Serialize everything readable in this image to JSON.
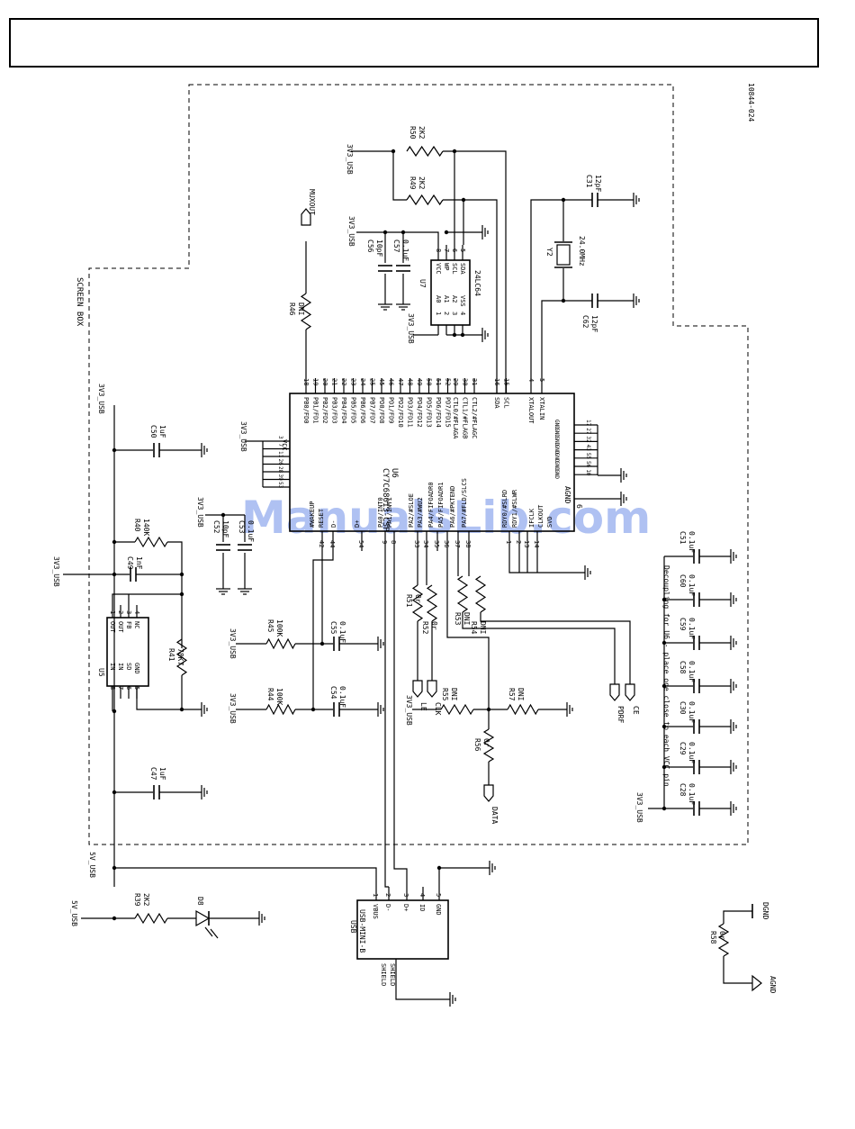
{
  "doc_id": "10844-024",
  "screen_box_label": "SCREEN BOX",
  "watermark": "ManualsLib.com",
  "nets": {
    "v33": "3V3_USB",
    "v5": "5V_USB",
    "muxout": "MUXOUT",
    "le": "LE",
    "clk": "CLK",
    "data": "DATA",
    "pdrf": "PDRF",
    "ce": "CE",
    "dgnd": "DGND",
    "agnd": "AGND"
  },
  "note": "Decoupling for U6 - place one close to each VCC pin",
  "u6": {
    "ref": "U6",
    "part": "CY7C68013-CSP",
    "top_pins": [
      "PB0/FD0",
      "PB1/FD1",
      "PB2/FD2",
      "PB3/FD3",
      "PB4/FD4",
      "PB5/FD5",
      "PB6/FD6",
      "PB7/FD7",
      "PD0/FD8",
      "PD1/FD9",
      "PD2/FD10",
      "PD3/FD11",
      "PD4/FD12",
      "PD5/FD13",
      "PD6/FD14",
      "PD7/FD15"
    ],
    "top_nums": [
      "18",
      "19",
      "20",
      "21",
      "22",
      "23",
      "24",
      "25",
      "45",
      "46",
      "47",
      "48",
      "49",
      "50",
      "51",
      "52"
    ],
    "ctl_pins": [
      "CTL0/#FLAGA",
      "CTL1/#FLAGB",
      "CTL2/#FLAGC"
    ],
    "ctl_nums": [
      "29",
      "30",
      "31"
    ],
    "i2c_pins": [
      "SDA",
      "SCL"
    ],
    "i2c_nums": [
      "16",
      "15"
    ],
    "xtal_pins": [
      "XTALOUT",
      "XTALIN"
    ],
    "xtal_nums": [
      "4",
      "5"
    ],
    "gnd_label": "GND",
    "gnd_nums": [
      "17",
      "27",
      "32",
      "43",
      "55",
      "56",
      "10"
    ],
    "agnd_label": "AGND",
    "agnd_num": "6",
    "vcc_label": "VCC",
    "vcc_nums": [
      "3",
      "7",
      "11",
      "26",
      "28",
      "39",
      "53"
    ],
    "bottom_pins": [
      "#WAKEUP",
      "RESET",
      "D-",
      "D+",
      "PA0/INT0",
      "PA1/INT1",
      "PA2/#SLOE",
      "PA3/#WU2",
      "PA4/FIFOADR0",
      "PA5/FIFOADR1",
      "PA6/#PKTEND",
      "PA7/#FLD/SLCS",
      "RDY0/#SLRD",
      "RDY1/#SLWR",
      "IFCLK",
      "CLKOUT",
      "SVD"
    ],
    "bottom_nums": [
      "42",
      "44",
      "54",
      "9",
      "8",
      "33",
      "34",
      "35",
      "36",
      "37",
      "38",
      "1",
      "2",
      "13",
      "14"
    ]
  },
  "u7": {
    "ref": "U7",
    "part": "24LC64",
    "left_pins": [
      "VCC",
      "WP",
      "SCL",
      "SDA"
    ],
    "right_pins": [
      "A0",
      "A1",
      "A2",
      "VSS"
    ],
    "left_nums": [
      "8",
      "7",
      "6",
      "5"
    ],
    "right_nums": [
      "1",
      "2",
      "3",
      "4"
    ]
  },
  "u5": {
    "ref": "U5",
    "pins_out": [
      "OUT",
      "OUT",
      "FB",
      "NC"
    ],
    "pins_in": [
      "IN",
      "IN",
      "SD",
      "GND"
    ],
    "nums_out": [
      "1",
      "2",
      "3",
      "4"
    ],
    "nums_in": [
      "8",
      "7",
      "6",
      "5"
    ]
  },
  "usb": {
    "ref": "USB",
    "part": "USB-MINI-B",
    "pins": [
      "VBUS",
      "D-",
      "D+",
      "ID",
      "GND"
    ],
    "nums": [
      "1",
      "2",
      "3",
      "4",
      "5"
    ],
    "shield": [
      "SHIELD",
      "SHIELD"
    ]
  },
  "components": [
    {
      "ref": "R50",
      "value": "2K2"
    },
    {
      "ref": "R49",
      "value": "2K2"
    },
    {
      "ref": "C31",
      "value": "12pF"
    },
    {
      "ref": "Y2",
      "value": "24.0MHz"
    },
    {
      "ref": "C62",
      "value": "12pF"
    },
    {
      "ref": "C56",
      "value": "10pF"
    },
    {
      "ref": "C57",
      "value": "0.1uF"
    },
    {
      "ref": "R46",
      "value": "DNI"
    },
    {
      "ref": "C50",
      "value": "1uF"
    },
    {
      "ref": "R40",
      "value": "140K"
    },
    {
      "ref": "C49",
      "value": "1nF"
    },
    {
      "ref": "R41",
      "value": "78K7"
    },
    {
      "ref": "C47",
      "value": "1uF"
    },
    {
      "ref": "C52",
      "value": "10pF"
    },
    {
      "ref": "C53",
      "value": "0.1uF"
    },
    {
      "ref": "R45",
      "value": "100K"
    },
    {
      "ref": "C55",
      "value": "0.1uF"
    },
    {
      "ref": "R44",
      "value": "100K"
    },
    {
      "ref": "C54",
      "value": "0.1uF"
    },
    {
      "ref": "R51",
      "value": "0r"
    },
    {
      "ref": "R52",
      "value": "0r"
    },
    {
      "ref": "R53",
      "value": "DNI"
    },
    {
      "ref": "R54",
      "value": "DNI"
    },
    {
      "ref": "R55",
      "value": "DNI"
    },
    {
      "ref": "R57",
      "value": "DNI"
    },
    {
      "ref": "R56",
      "value": "0r"
    },
    {
      "ref": "R39",
      "value": "2K2"
    },
    {
      "ref": "D8",
      "value": ""
    },
    {
      "ref": "R58",
      "value": "0r"
    },
    {
      "ref": "C51",
      "value": "0.1uF"
    },
    {
      "ref": "C60",
      "value": "0.1uF"
    },
    {
      "ref": "C59",
      "value": "0.1uF"
    },
    {
      "ref": "C58",
      "value": "0.1uF"
    },
    {
      "ref": "C30",
      "value": "0.1uF"
    },
    {
      "ref": "C29",
      "value": "0.1uF"
    },
    {
      "ref": "C28",
      "value": "0.1uF"
    }
  ]
}
